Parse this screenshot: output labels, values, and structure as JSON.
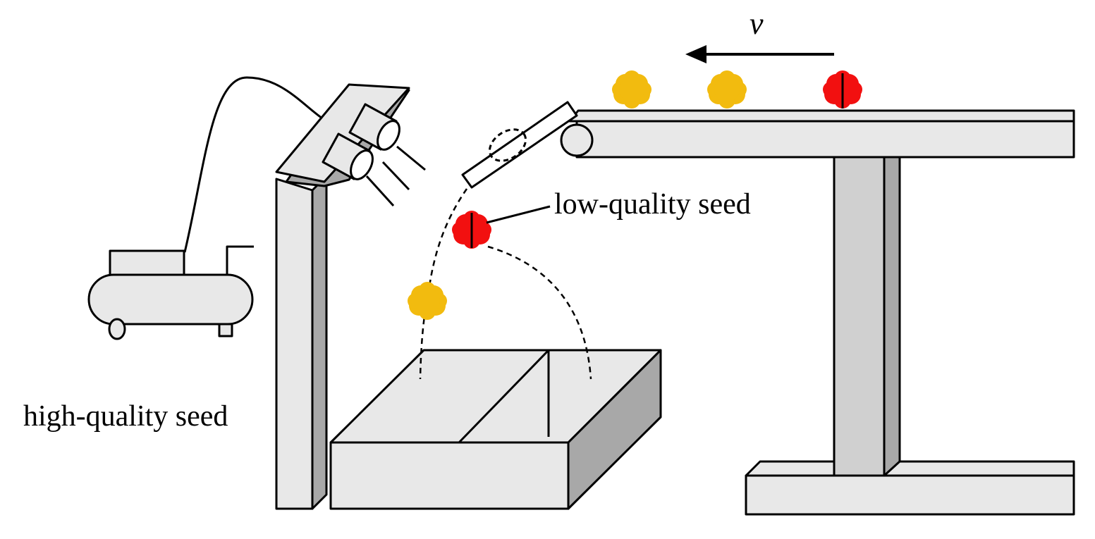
{
  "labels": {
    "velocity": "v",
    "low_quality": "low-quality seed",
    "high_quality": "high-quality seed"
  },
  "colors": {
    "line": "#000000",
    "panel_light": "#e8e8e8",
    "panel_mid": "#d0d0d0",
    "panel_dark": "#a8a8a8",
    "good_seed": "#f2bb0f",
    "bad_seed": "#f21010"
  },
  "seeds": {
    "on_belt": [
      "high",
      "high",
      "low"
    ],
    "in_flight": [
      "low",
      "high"
    ]
  }
}
